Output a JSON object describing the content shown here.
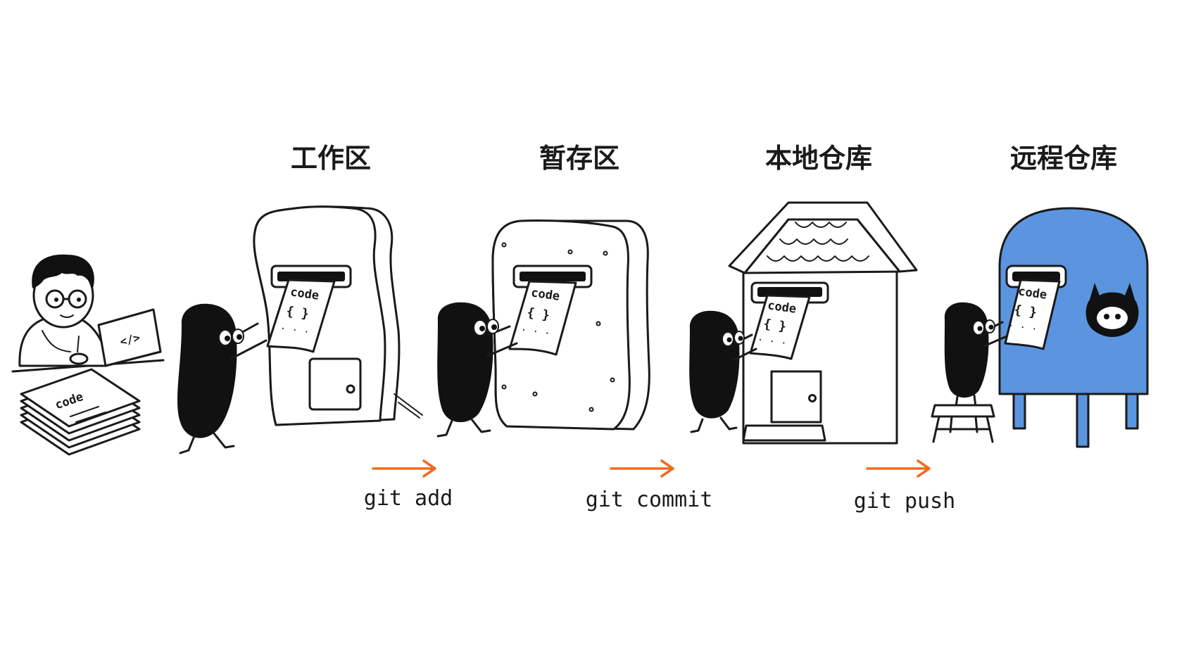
{
  "stages": [
    {
      "label": "工作区"
    },
    {
      "label": "暂存区"
    },
    {
      "label": "本地仓库"
    },
    {
      "label": "远程仓库"
    }
  ],
  "commands": [
    {
      "label": "git add"
    },
    {
      "label": "git commit"
    },
    {
      "label": "git push"
    }
  ],
  "paper": {
    "code_label": "code",
    "braces": "{ }",
    "dots": "· · ·"
  },
  "laptop_screen": "</>",
  "documents_label": "code",
  "colors": {
    "arrow": "#f26b1d",
    "mailbox": "#5b95e0",
    "ink": "#1a1a1a"
  },
  "icons": {
    "remote_mascot": "octocat-icon"
  }
}
